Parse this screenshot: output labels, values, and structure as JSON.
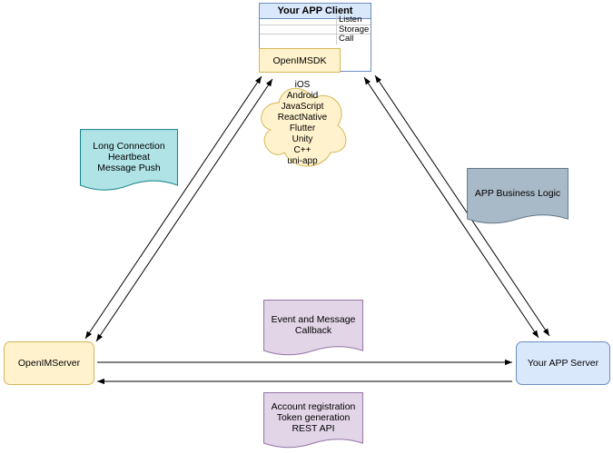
{
  "client": {
    "title": "Your APP Client",
    "rows": [
      "Listen",
      "Storage",
      "Call"
    ],
    "sdk_label": "OpenIMSDK"
  },
  "cloud": {
    "platforms": [
      "iOS",
      "Android",
      "JavaScript",
      "ReactNative",
      "Flutter",
      "Unity",
      "C++",
      "uni-app"
    ]
  },
  "notes": {
    "long_connection": {
      "lines": [
        "Long Connection",
        "Heartbeat",
        "Message Push"
      ]
    },
    "business_logic": {
      "lines": [
        "APP Business Logic"
      ]
    },
    "event_callback": {
      "lines": [
        "Event and Message",
        "Callback"
      ]
    },
    "rest_api": {
      "lines": [
        "Account registration",
        "Token generation",
        "REST API"
      ]
    }
  },
  "servers": {
    "openim": {
      "label": "OpenIMServer"
    },
    "app": {
      "label": "Your APP Server"
    }
  },
  "colors": {
    "blue_fill": "#dae8fc",
    "blue_stroke": "#6c8ebf",
    "yellow_fill": "#fff2cc",
    "yellow_stroke": "#d6b656",
    "teal_fill": "#b0e3e6",
    "teal_stroke": "#0e8088",
    "purple_fill": "#e1d5e7",
    "purple_stroke": "#9673a6",
    "gray_fill": "#a8b9c7",
    "gray_stroke": "#64788a",
    "connector": "#000000"
  }
}
